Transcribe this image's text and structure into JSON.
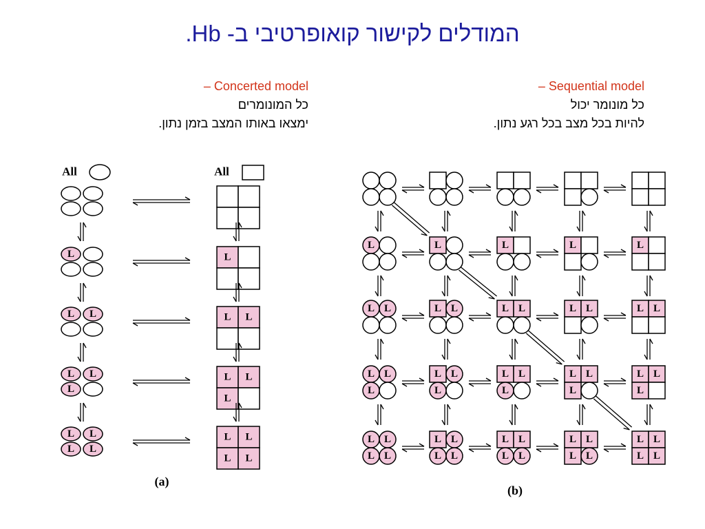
{
  "title": "המודלים לקישור קואופרטיבי ב- Hb.",
  "concerted": {
    "name": "Concerted model –",
    "line1": "כל המונומרים",
    "line2": "ימצאו באותו המצב בזמן נתון.",
    "caption": "(a)",
    "all_label_left": "All",
    "all_label_right": "All",
    "rows": [
      {
        "ligands": 0
      },
      {
        "ligands": 1
      },
      {
        "ligands": 2
      },
      {
        "ligands": 3
      },
      {
        "ligands": 4
      }
    ]
  },
  "sequential": {
    "name": "Sequential model –",
    "line1": "כל מונומר יכול",
    "line2": "להיות בכל מצב בכל רגע נתון.",
    "caption": "(b)",
    "rows": 5,
    "cols": 5
  },
  "ligand_symbol": "L",
  "colors": {
    "title": "#1c1c9c",
    "model_name": "#d2341a",
    "ligand_fill": "#f2c6da"
  }
}
